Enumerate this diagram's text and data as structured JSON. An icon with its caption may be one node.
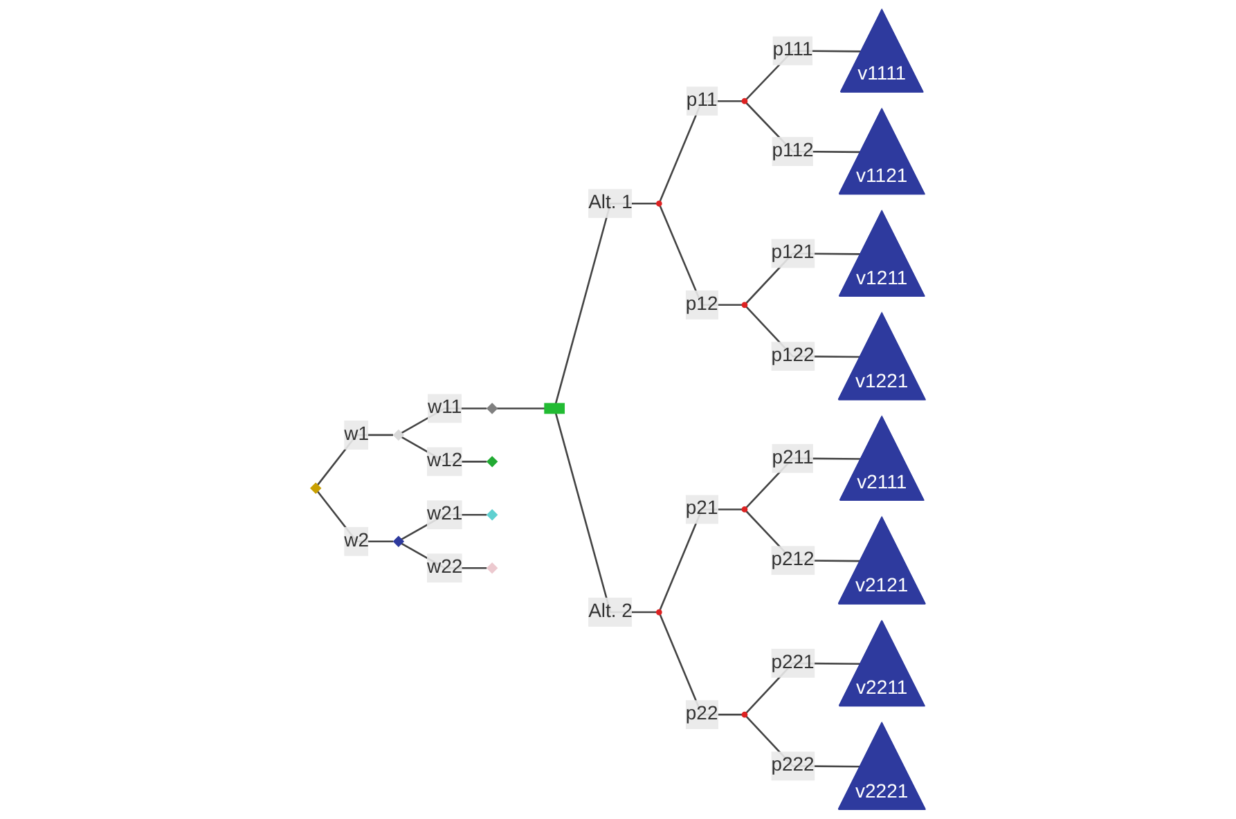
{
  "diagram": {
    "nodes": [
      {
        "text": [],
        "shape": "diamond"
      },
      {
        "text": [],
        "shape": "diamond"
      },
      {
        "text": [],
        "shape": "diamond"
      },
      {
        "text": [],
        "shape": "diamond"
      },
      {
        "text": [],
        "shape": "diamond"
      },
      {
        "text": [],
        "shape": "diamond"
      },
      {
        "text": [],
        "shape": "diamond"
      },
      {
        "text": [],
        "shape": "box"
      },
      {
        "text": [],
        "shape": "circle"
      },
      {
        "text": [],
        "shape": "circle"
      },
      {
        "text": [],
        "shape": "circle"
      },
      {
        "text": [],
        "shape": "circle"
      },
      {
        "text": [],
        "shape": "circle"
      },
      {
        "text": [],
        "shape": "circle"
      },
      {
        "text": [
          "v1111"
        ]
      },
      {
        "text": [
          "v1121"
        ]
      },
      {
        "text": [
          "v1211"
        ]
      },
      {
        "text": [
          "v1221"
        ]
      },
      {
        "text": [
          "v2111"
        ]
      },
      {
        "text": [
          "v2121"
        ]
      },
      {
        "text": [
          "v2211"
        ]
      },
      {
        "text": [
          "v2221"
        ]
      }
    ],
    "edges": [
      {
        "from": 0,
        "to": 1,
        "arrow": "none",
        "label": "w1"
      },
      {
        "from": 0,
        "to": 2,
        "arrow": "none",
        "label": "w2"
      },
      {
        "from": 1,
        "to": 3,
        "arrow": "none",
        "label": "w11"
      },
      {
        "from": 1,
        "to": 4,
        "arrow": "none",
        "label": "w12"
      },
      {
        "from": 2,
        "to": 5,
        "arrow": "none",
        "label": "w21"
      },
      {
        "from": 2,
        "to": 6,
        "arrow": "none",
        "label": "w22"
      },
      {
        "from": 3,
        "to": 7,
        "arrow": "none"
      },
      {
        "from": 7,
        "to": 8,
        "arrow": "none",
        "label": "Alt. 1"
      },
      {
        "from": 7,
        "to": 9,
        "arrow": "none",
        "label": "Alt. 2"
      },
      {
        "from": 8,
        "to": 10,
        "arrow": "none",
        "label": "p11"
      },
      {
        "from": 8,
        "to": 11,
        "arrow": "none",
        "label": "p12"
      },
      {
        "from": 9,
        "to": 12,
        "arrow": "none",
        "label": "p21"
      },
      {
        "from": 9,
        "to": 13,
        "arrow": "none",
        "label": "p22"
      },
      {
        "from": 10,
        "to": 14,
        "arrow": "none",
        "label": "p111"
      },
      {
        "from": 10,
        "to": 15,
        "arrow": "none",
        "label": "p112"
      },
      {
        "from": 11,
        "to": 16,
        "arrow": "none",
        "label": "p121"
      },
      {
        "from": 11,
        "to": 17,
        "arrow": "none",
        "label": "p122"
      },
      {
        "from": 12,
        "to": 18,
        "arrow": "none",
        "label": "p211"
      },
      {
        "from": 12,
        "to": 19,
        "arrow": "none",
        "label": "p212"
      },
      {
        "from": 13,
        "to": 20,
        "arrow": "none",
        "label": "p221"
      },
      {
        "from": 13,
        "to": 21,
        "arrow": "none",
        "label": "p222"
      }
    ]
  }
}
